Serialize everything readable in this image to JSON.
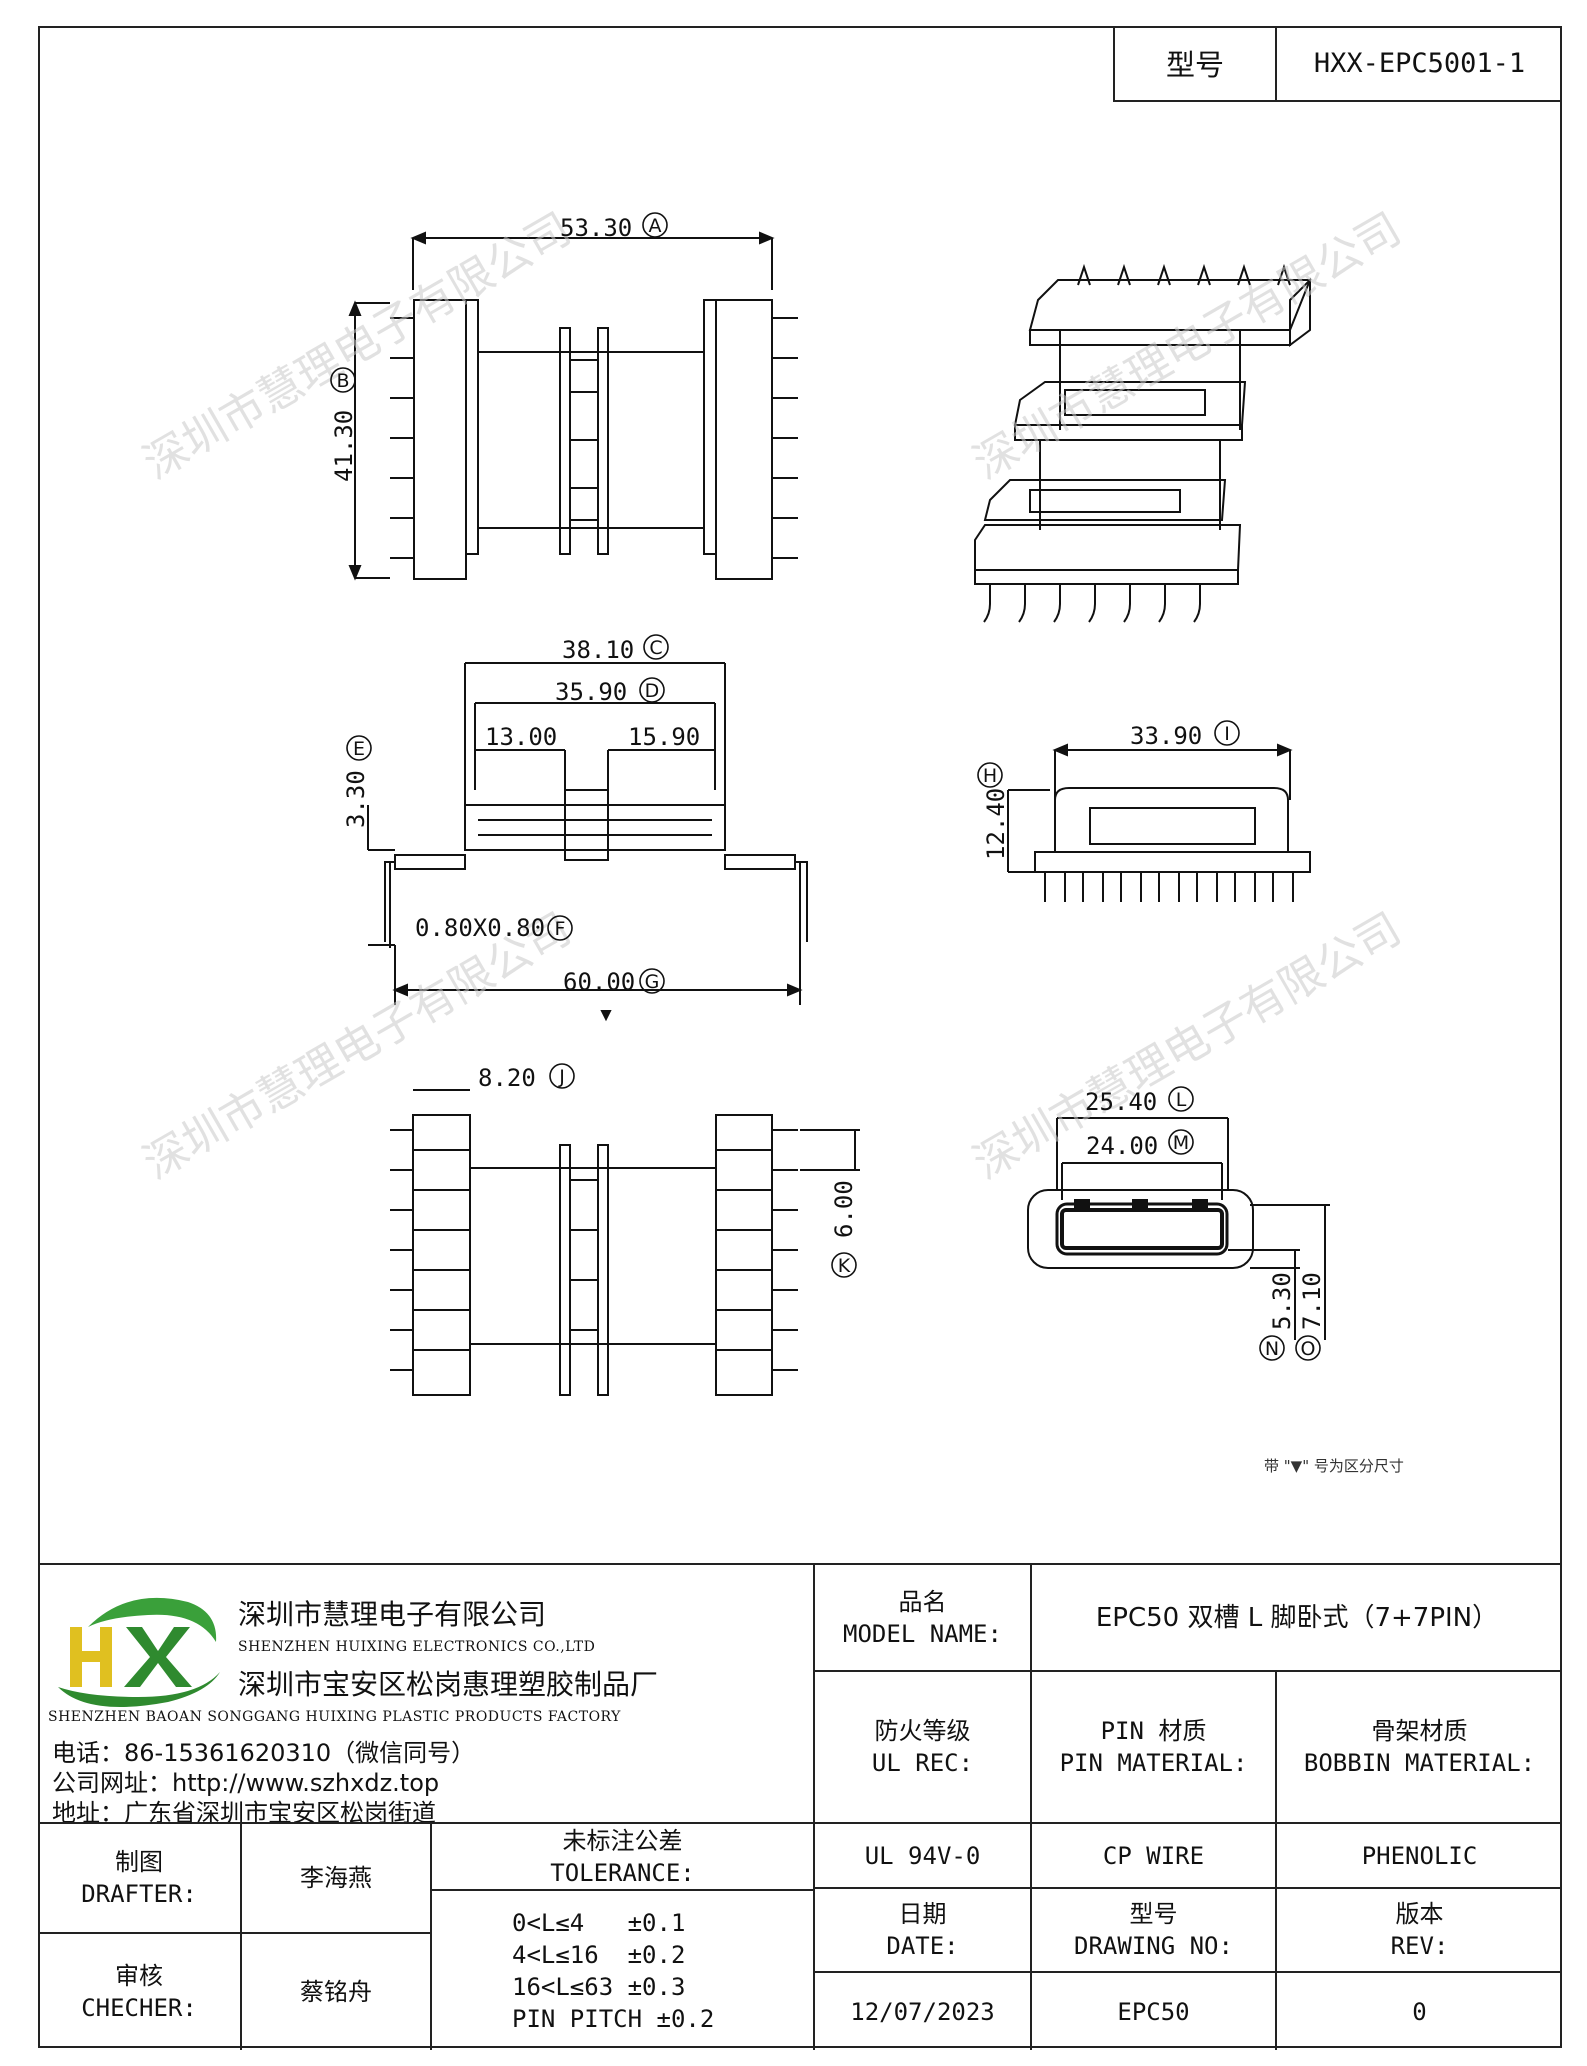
{
  "header": {
    "model_label": "型号",
    "model_value": "HXX-EPC5001-1"
  },
  "watermark": "深圳市慧理电子有限公司",
  "dimensions": {
    "A": "53.30",
    "B": "41.30",
    "C": "38.10",
    "D": "35.90",
    "D1": "13.00",
    "D2": "15.90",
    "E": "3.30",
    "F": "0.80X0.80",
    "G": "60.00",
    "H": "12.40",
    "I": "33.90",
    "J": "8.20",
    "K": "6.00",
    "L": "25.40",
    "M": "24.00",
    "N": "5.30",
    "O": "7.10"
  },
  "markers": {
    "A": "A",
    "B": "B",
    "C": "C",
    "D": "D",
    "E": "E",
    "F": "F",
    "G": "G",
    "H": "H",
    "I": "I",
    "J": "J",
    "K": "K",
    "L": "L",
    "M": "M",
    "N": "N",
    "O": "O"
  },
  "note": "带 \"▼\" 号为区分尺寸",
  "company": {
    "logo_letters": "HX",
    "name_cn": "深圳市慧理电子有限公司",
    "name_en": "SHENZHEN HUIXING ELECTRONICS CO.,LTD",
    "factory_cn": "深圳市宝安区松岗惠理塑胶制品厂",
    "factory_en": "SHENZHEN BAOAN SONGGANG HUIXING PLASTIC PRODUCTS FACTORY",
    "phone": "电话：86-15361620310（微信同号）",
    "website": "公司网址：http://www.szhxdz.top",
    "address": "地址：广东省深圳市宝安区松岗街道"
  },
  "model_name": {
    "label_cn": "品名",
    "label_en": "MODEL NAME:",
    "value": "EPC50 双槽 L 脚卧式（7+7PIN）"
  },
  "ul_rec": {
    "label_cn": "防火等级",
    "label_en": "UL REC:",
    "value": "UL 94V-0"
  },
  "pin_material": {
    "label_cn": "PIN 材质",
    "label_en": "PIN MATERIAL:",
    "value": "CP WIRE"
  },
  "bobbin_material": {
    "label_cn": "骨架材质",
    "label_en": "BOBBIN MATERIAL:",
    "value": "PHENOLIC"
  },
  "drafter": {
    "label_cn": "制图",
    "label_en": "DRAFTER:",
    "value": "李海燕"
  },
  "checker": {
    "label_cn": "审核",
    "label_en": "CHECHER:",
    "value": "蔡铭舟"
  },
  "tolerance": {
    "label_cn": "未标注公差",
    "label_en": "TOLERANCE:",
    "rows": [
      "0<L≤4   ±0.1",
      "4<L≤16  ±0.2",
      "16<L≤63 ±0.3",
      "PIN PITCH ±0.2"
    ]
  },
  "date": {
    "label_cn": "日期",
    "label_en": "DATE:",
    "value": "12/07/2023"
  },
  "drawing_no": {
    "label_cn": "型号",
    "label_en": "DRAWING NO:",
    "value": "EPC50"
  },
  "rev": {
    "label_cn": "版本",
    "label_en": "REV:",
    "value": "0"
  }
}
